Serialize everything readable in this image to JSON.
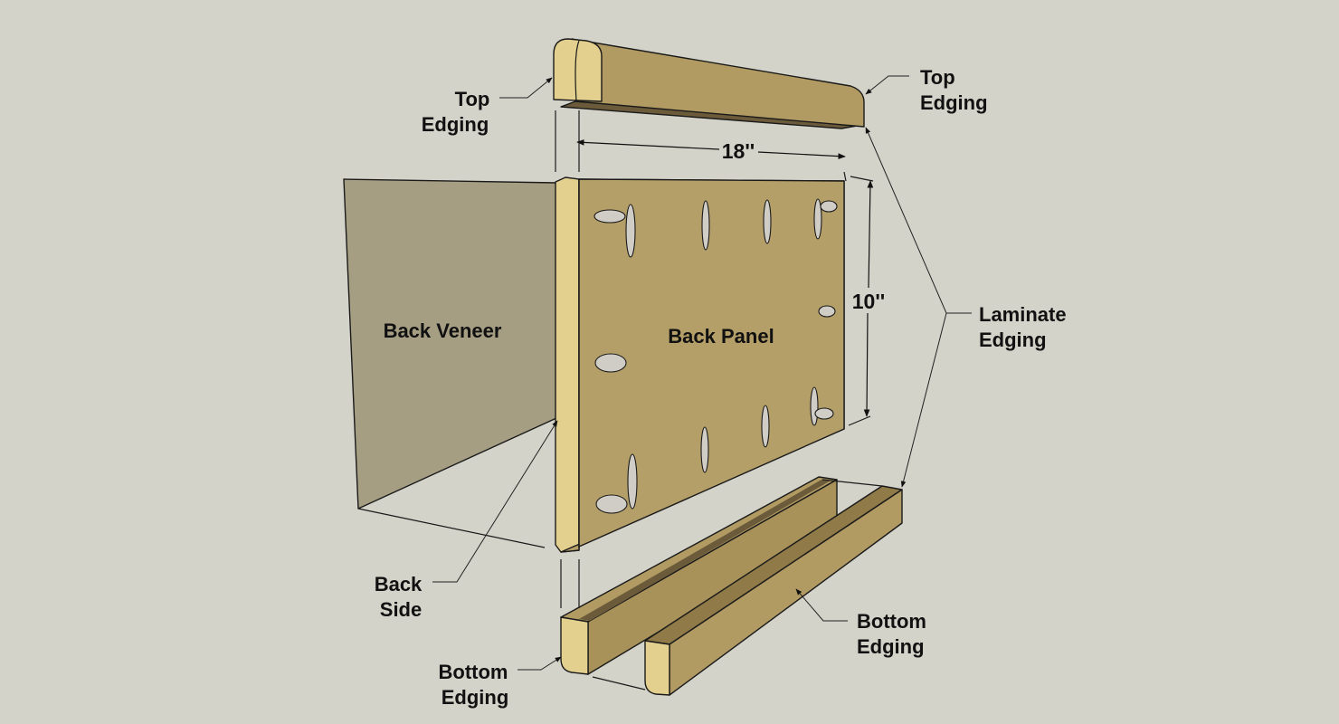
{
  "labels": {
    "top_edging_left": [
      "Top",
      "Edging"
    ],
    "top_edging_right": [
      "Top",
      "Edging"
    ],
    "back_veneer": "Back Veneer",
    "back_panel": "Back Panel",
    "laminate_edging": [
      "Laminate",
      "Edging"
    ],
    "back_side": [
      "Back",
      "Side"
    ],
    "bottom_edging_left": [
      "Bottom",
      "Edging"
    ],
    "bottom_edging_right": [
      "Bottom",
      "Edging"
    ]
  },
  "dimensions": {
    "width": "18''",
    "height": "10''"
  },
  "colors": {
    "background": "#d4d3c9",
    "veneer": "#a59e83",
    "panel_face": "#b59f68",
    "edge_light": "#e3cf8e",
    "edging_face": "#b19b63",
    "edging_shadow": "#6b5b3a"
  }
}
